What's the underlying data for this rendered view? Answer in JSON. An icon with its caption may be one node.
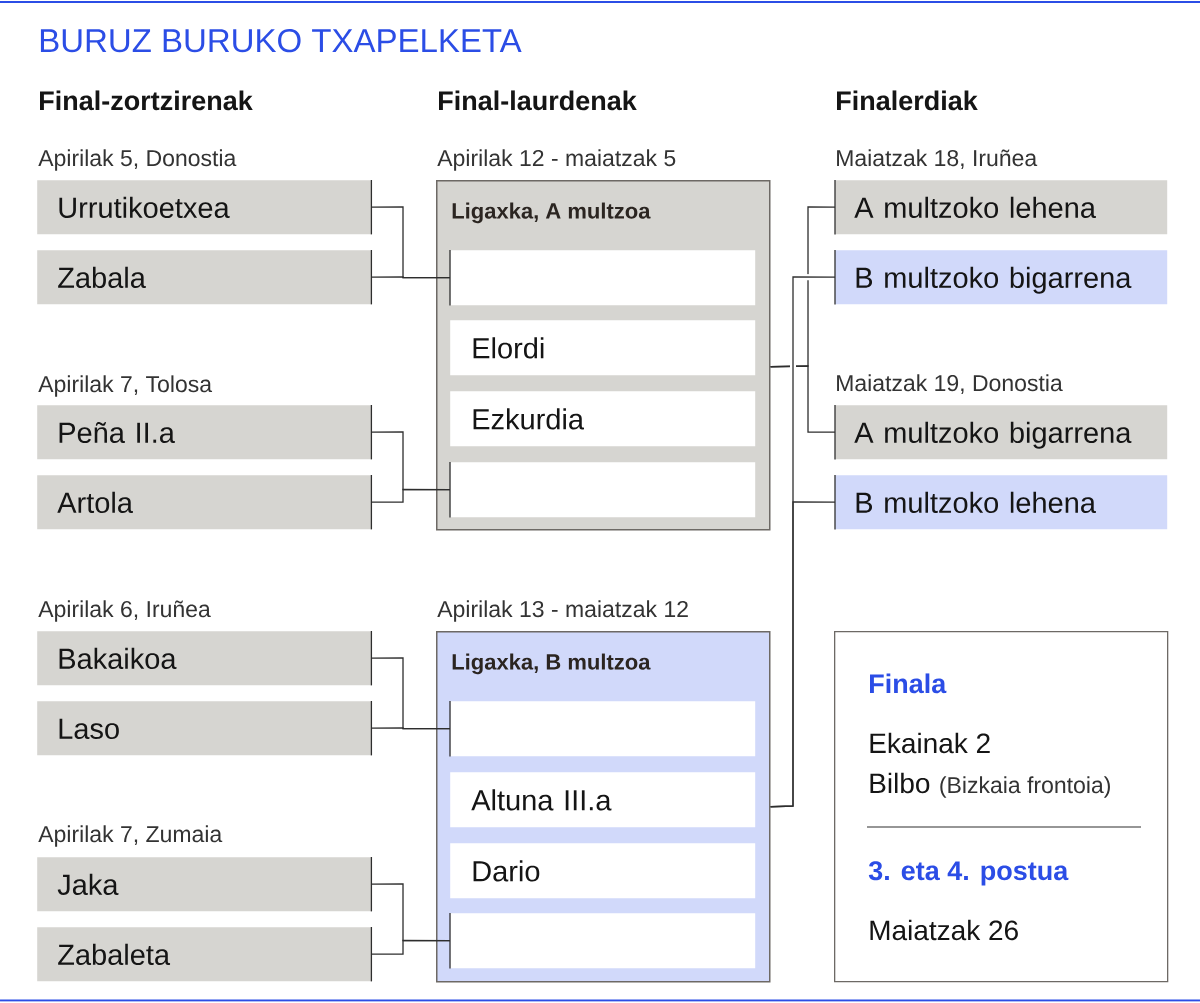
{
  "diagram": {
    "title": "BURUZ BURUKO TXAPELKETA",
    "nodes": [
      {
        "text": [
          "Urrutikoetxea"
        ]
      },
      {
        "text": [
          "Zabala"
        ]
      },
      {
        "text": [
          "Peña II.a"
        ]
      },
      {
        "text": [
          "Artola"
        ]
      },
      {
        "text": [
          "Bakaikoa"
        ]
      },
      {
        "text": [
          "Laso"
        ]
      },
      {
        "text": [
          "Jaka"
        ]
      },
      {
        "text": [
          "Zabaleta"
        ]
      },
      {
        "text": [
          "Ligaxka, A multzoa"
        ],
        "beside": [
          "Apirilak 12 - maiatzak 5"
        ]
      },
      {
        "text": [],
        "shape": "box",
        "in": 8
      },
      {
        "text": [
          "Elordi"
        ],
        "in": 8
      },
      {
        "text": [
          "Ezkurdia"
        ],
        "in": 8
      },
      {
        "text": [],
        "shape": "box",
        "in": 8
      },
      {
        "text": [
          "Ligaxka, B multzoa"
        ],
        "beside": [
          "Apirilak 13 - maiatzak 12"
        ]
      },
      {
        "text": [],
        "shape": "box",
        "in": 13
      },
      {
        "text": [
          "Altuna III.a"
        ],
        "in": 13
      },
      {
        "text": [
          "Dario"
        ],
        "in": 13
      },
      {
        "text": [],
        "shape": "box",
        "in": 13
      },
      {
        "text": [
          "A multzoko lehena"
        ]
      },
      {
        "text": [
          "B multzoko bigarrena"
        ]
      },
      {
        "text": [
          "A multzoko bigarrena"
        ]
      },
      {
        "text": [
          "B multzoko lehena"
        ]
      },
      {
        "text": [
          "Finala",
          "Ekainak 2",
          "Bilbo",
          "(Bizkaia frontoia)",
          "3. eta 4. postua",
          "Maiatzak 26"
        ]
      }
    ],
    "edges": [
      {
        "from": 0,
        "to": 9,
        "arrow": "none"
      },
      {
        "from": 1,
        "to": 9,
        "arrow": "none"
      },
      {
        "from": 2,
        "to": 12,
        "arrow": "none"
      },
      {
        "from": 3,
        "to": 12,
        "arrow": "none"
      },
      {
        "from": 4,
        "to": 14,
        "arrow": "none"
      },
      {
        "from": 5,
        "to": 14,
        "arrow": "none"
      },
      {
        "from": 6,
        "to": 17,
        "arrow": "none"
      },
      {
        "from": 7,
        "to": 17,
        "arrow": "none"
      },
      {
        "from": 8,
        "to": 18,
        "arrow": "none"
      },
      {
        "from": 8,
        "to": 20,
        "arrow": "none"
      },
      {
        "from": 13,
        "to": 19,
        "arrow": "none"
      },
      {
        "from": 13,
        "to": 21,
        "arrow": "none"
      }
    ],
    "labels": [
      "Final-zortzirenak",
      "Final-laurdenak",
      "Finalerdiak",
      "Apirilak 5, Donostia",
      "Maiatzak 18, Iruñea",
      "Apirilak 7, Tolosa",
      "Maiatzak 19, Donostia",
      "Apirilak 6, Iruñea",
      "Apirilak 7, Zumaia"
    ]
  }
}
